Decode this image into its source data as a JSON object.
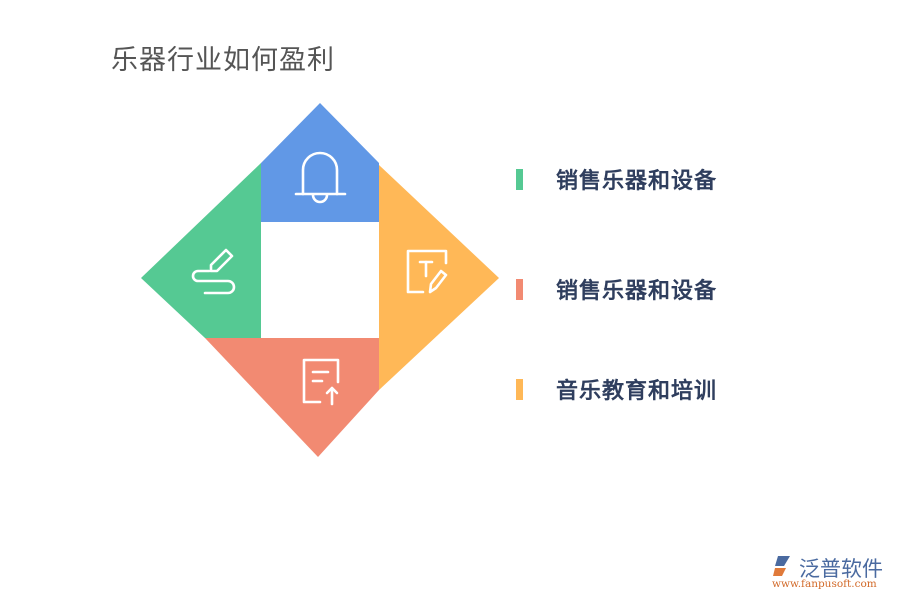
{
  "title": "乐器行业如何盈利",
  "colors": {
    "blue": "#6198e6",
    "green": "#55c993",
    "orange": "#ffb857",
    "salmon": "#f28a72",
    "center": "#ffffff",
    "icon_stroke": "#ffffff",
    "title_text": "#555555",
    "legend_text": "#2f3e5e"
  },
  "diagram": {
    "segments": [
      {
        "position": "top",
        "color": "#6198e6",
        "icon": "bell-icon"
      },
      {
        "position": "left",
        "color": "#55c993",
        "icon": "pen-signature-icon"
      },
      {
        "position": "right",
        "color": "#ffb857",
        "icon": "text-edit-icon"
      },
      {
        "position": "bottom",
        "color": "#f28a72",
        "icon": "document-upload-icon"
      }
    ]
  },
  "legend": {
    "items": [
      {
        "label": "销售乐器和设备",
        "color": "#55c993"
      },
      {
        "label": "销售乐器和设备",
        "color": "#f28a72"
      },
      {
        "label": "音乐教育和培训",
        "color": "#ffb857"
      }
    ]
  },
  "watermark": {
    "name": "泛普软件",
    "url": "www.fanpusoft.com"
  }
}
